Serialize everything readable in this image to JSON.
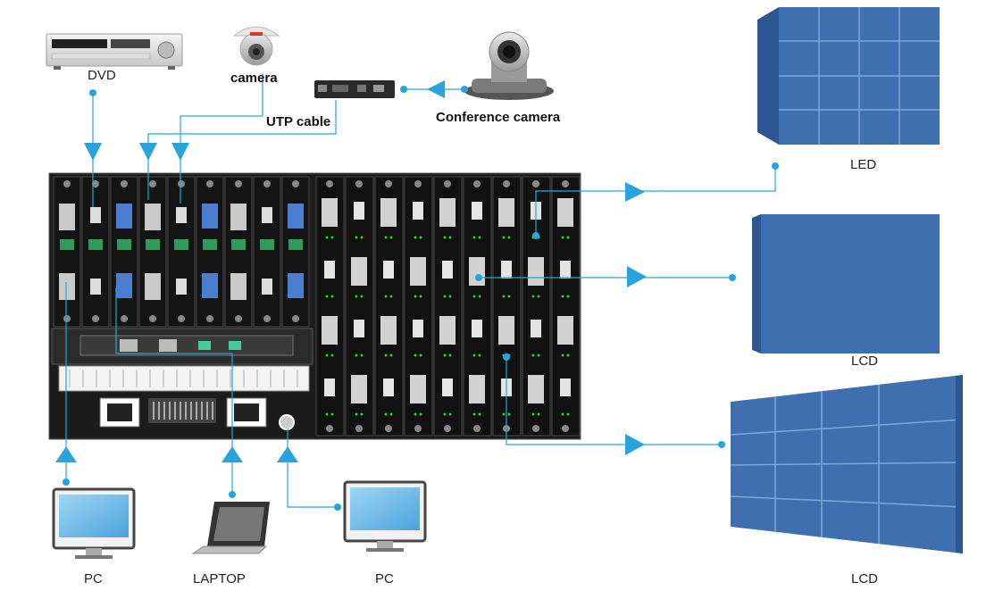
{
  "labels": {
    "dvd": "DVD",
    "camera": "camera",
    "utp_cable": "UTP cable",
    "conference_camera": "Conference camera",
    "led": "LED",
    "lcd_top": "LCD",
    "lcd_bottom": "LCD",
    "pc_left": "PC",
    "laptop": "LAPTOP",
    "pc_right": "PC"
  },
  "colors": {
    "arrow": "#29a3dc",
    "wall": "#3f6fae",
    "wall_dark": "#2c5792",
    "wall_line": "#7fa6d8",
    "chassis": "#1c1c1c",
    "screen": "#7cc3ec"
  }
}
